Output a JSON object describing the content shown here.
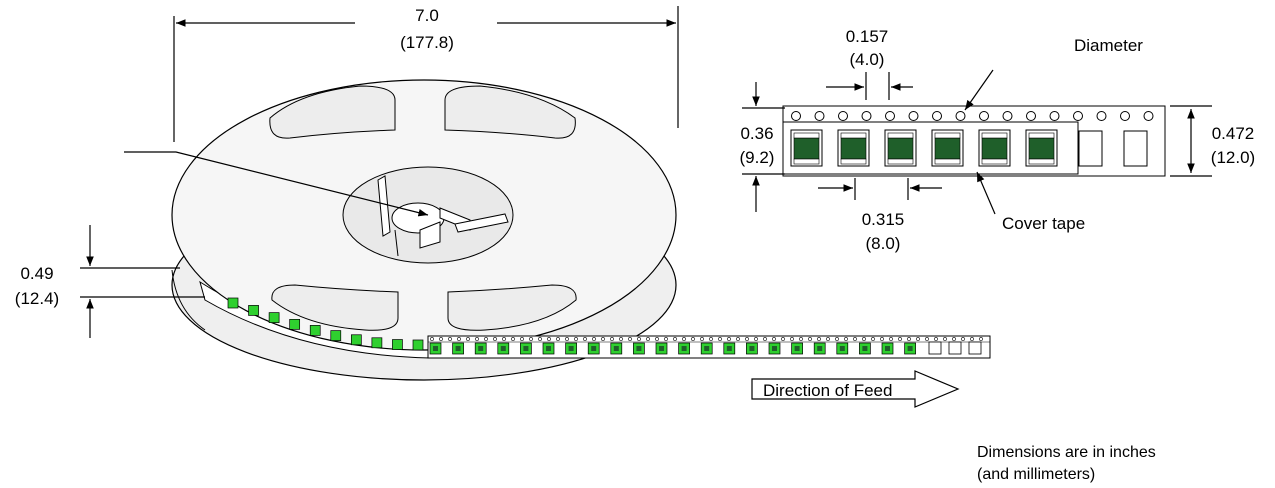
{
  "reel": {
    "diameter_in": "7.0",
    "diameter_mm": "(177.8)",
    "width_in": "0.49",
    "width_mm": "(12.4)"
  },
  "tape": {
    "hole_pitch_in": "0.157",
    "hole_pitch_mm": "(4.0)",
    "hole_label": "Diameter",
    "pocket_in": "0.36",
    "pocket_mm": "(9.2)",
    "tape_width_in": "0.472",
    "tape_width_mm": "(12.0)",
    "pitch_in": "0.315",
    "pitch_mm": "(8.0)",
    "cover_label": "Cover tape"
  },
  "feed": {
    "label": "Direction of Feed"
  },
  "note": {
    "line1": "Dimensions are in inches",
    "line2": "(and millimeters)"
  },
  "colors": {
    "component_dark": "#1f5f2a",
    "component_light": "#2fd02f",
    "reel_fill": "#f4f4f4",
    "line": "#000000"
  }
}
